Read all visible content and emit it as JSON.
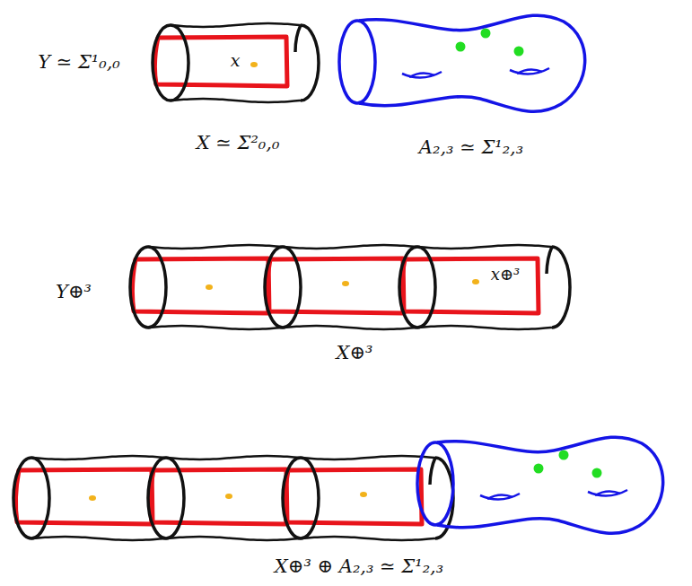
{
  "diagram": {
    "labels": [
      "Y ≃ Σ¹₀,₀",
      "x",
      "X ≃ Σ²₀,₀",
      "A₂,₃ ≃ Σ¹₂,₃",
      "Y⊕³",
      "x⊕³",
      "X⊕³",
      "X⊕³ ⊕ A₂,₃ ≃ Σ¹₂,₃"
    ]
  }
}
